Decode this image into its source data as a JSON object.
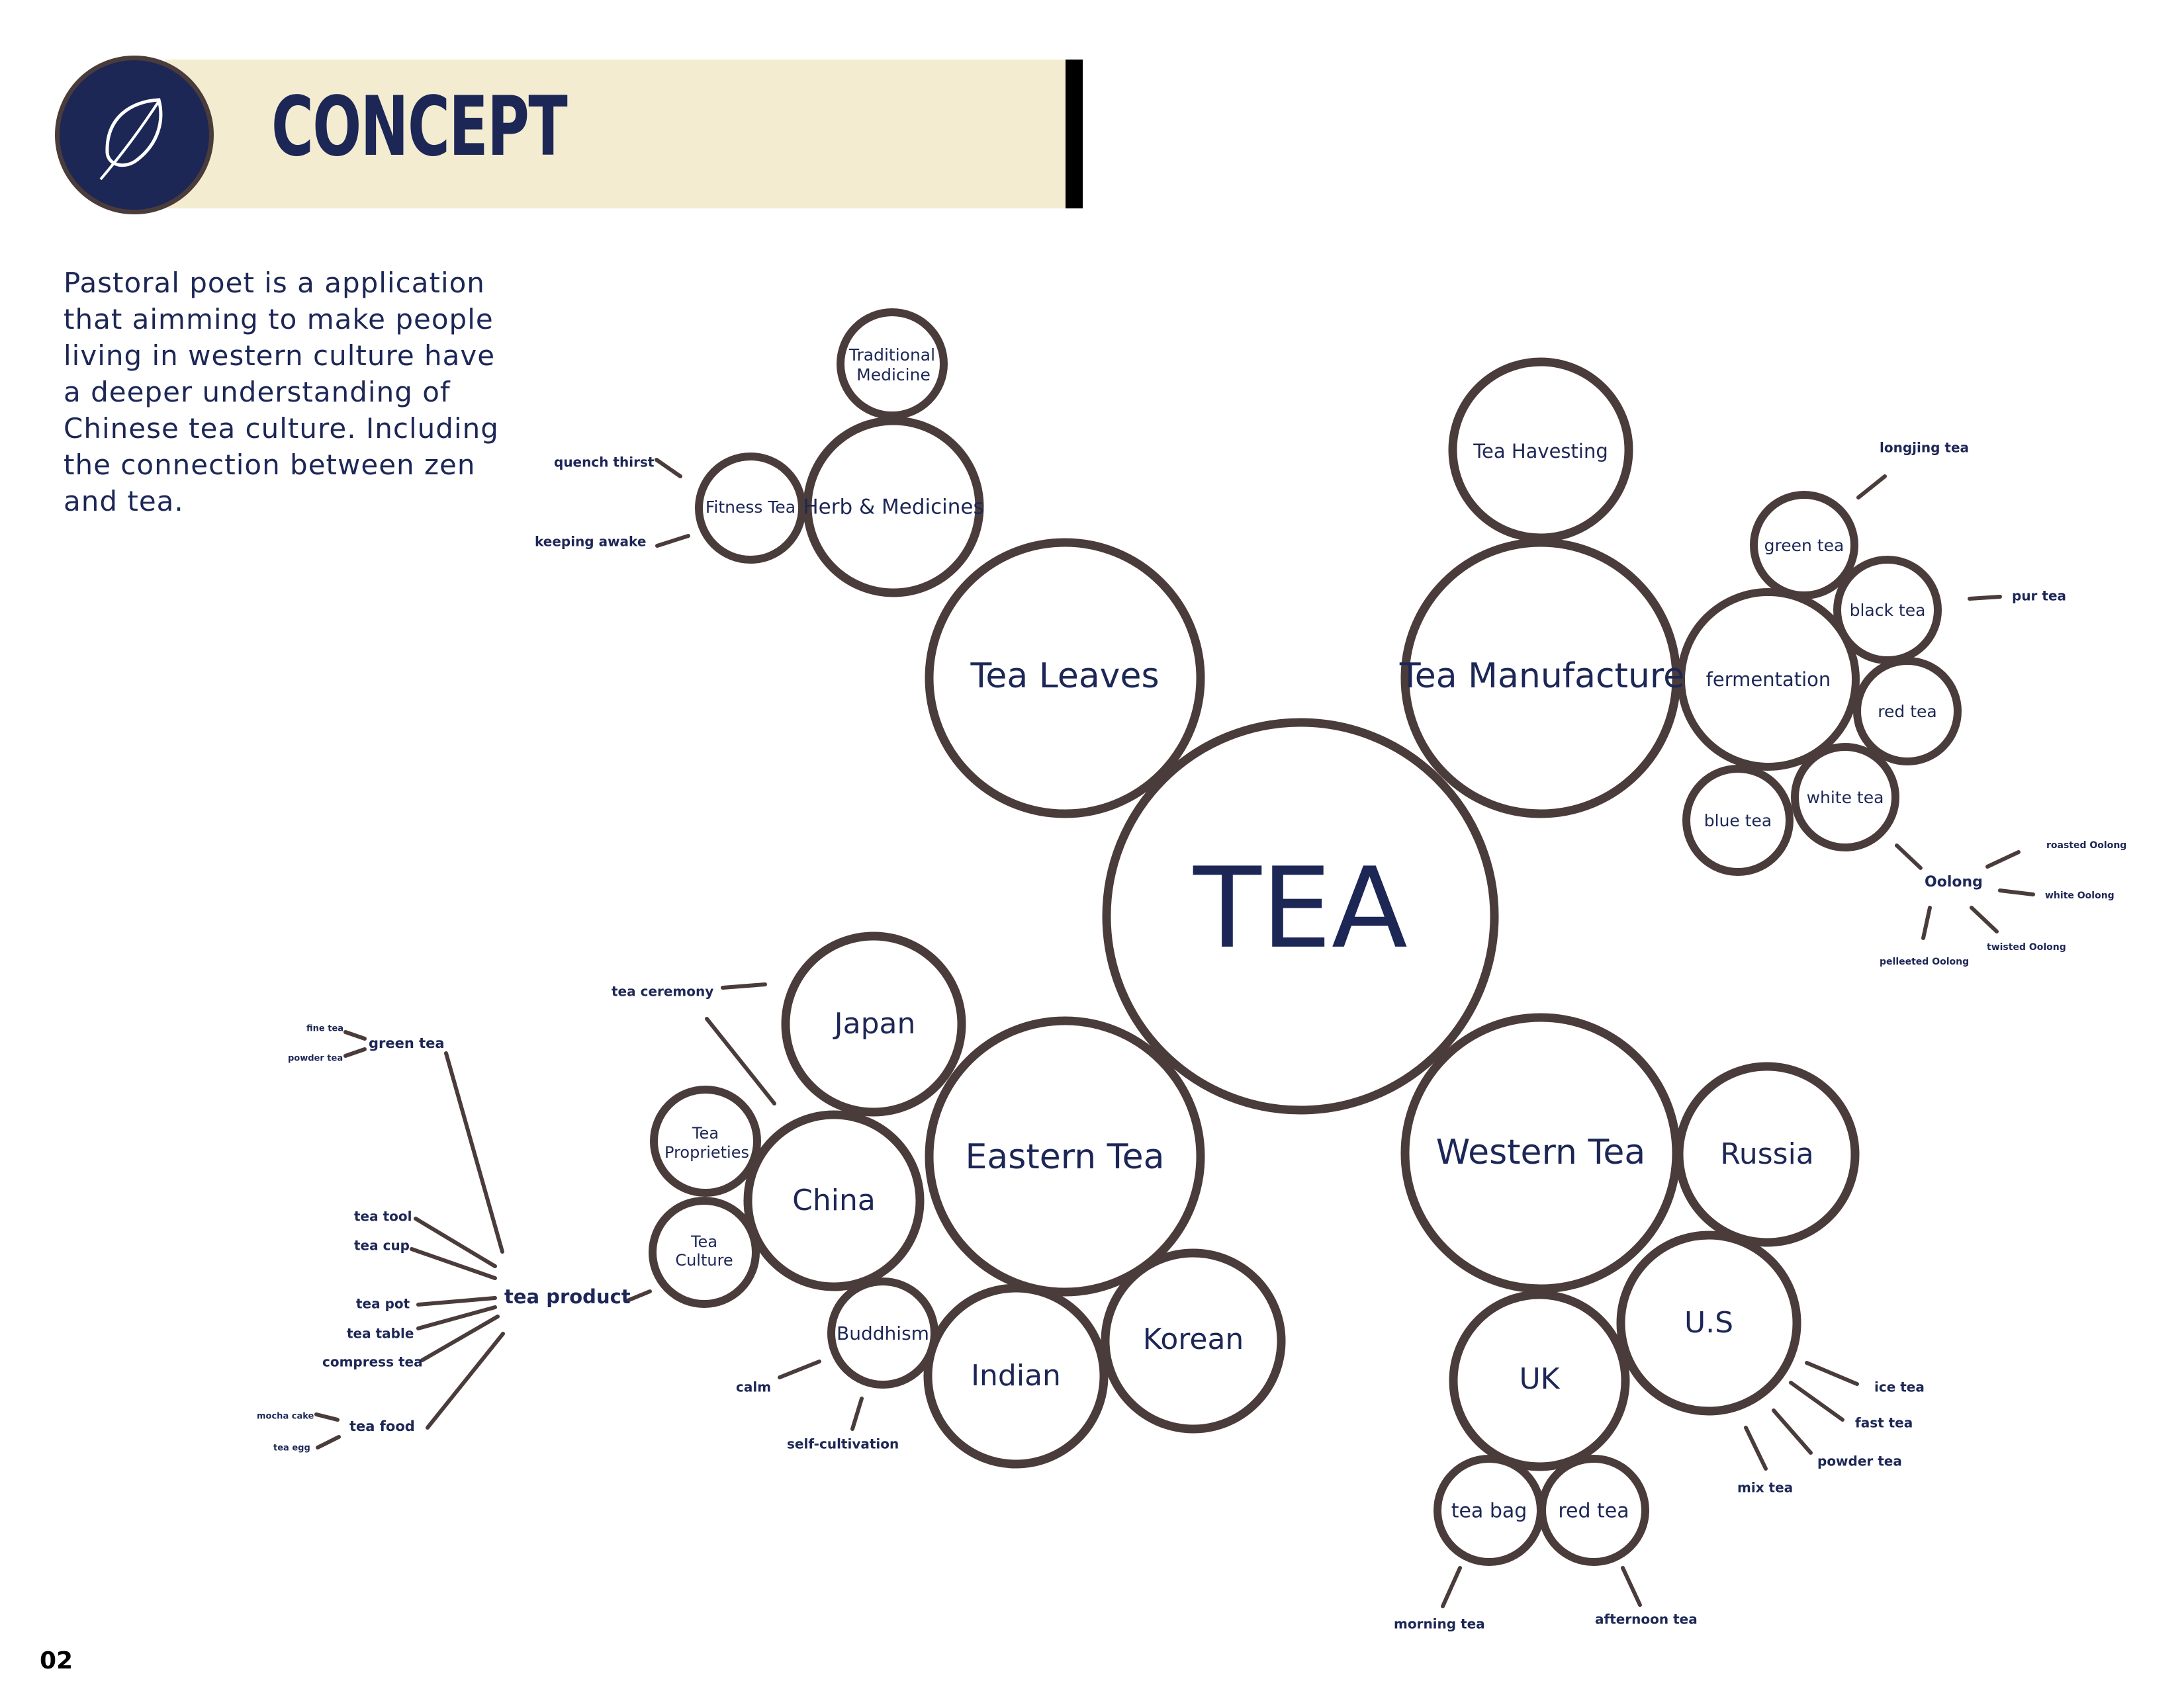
{
  "header": {
    "title": "CONCEPT",
    "logo_icon": "leaf-icon",
    "colors": {
      "navy": "#1d2756",
      "cream": "#f3ecd0",
      "brown": "#4a3c3a"
    }
  },
  "intro_text": "Pastoral poet is a application that aimming to make people living in western culture have a deeper understanding of Chinese tea culture. Including the connection between zen and tea.",
  "page_number": "02",
  "mindmap": {
    "center": "TEA",
    "nodes": [
      "Tea Leaves",
      "Herb & Medicines",
      "Traditional",
      "Medicine",
      "Fitness Tea",
      "Tea Manufacture",
      "Tea Havesting",
      "fermentation",
      "green tea",
      "black tea",
      "red tea",
      "white tea",
      "blue tea",
      "Eastern Tea",
      "Japan",
      "China",
      "Tea",
      "Proprieties",
      "Tea",
      "Culture",
      "Buddhism",
      "Indian",
      "Korean",
      "Western Tea",
      "Russia",
      "U.S",
      "UK",
      "tea bag",
      "red tea"
    ],
    "labels": [
      "quench thirst",
      "keeping awake",
      "longjing tea",
      "pur tea",
      "Oolong",
      "roasted Oolong",
      "white Oolong",
      "twisted Oolong",
      "pelleeted Oolong",
      "tea ceremony",
      "green tea",
      "fine tea",
      "powder tea",
      "tea tool",
      "tea cup",
      "tea product",
      "tea pot",
      "tea table",
      "compress tea",
      "tea food",
      "mocha cake",
      "tea egg",
      "calm",
      "self-cultivation",
      "ice tea",
      "fast tea",
      "powder tea",
      "mix tea",
      "morning tea",
      "afternoon tea"
    ]
  }
}
